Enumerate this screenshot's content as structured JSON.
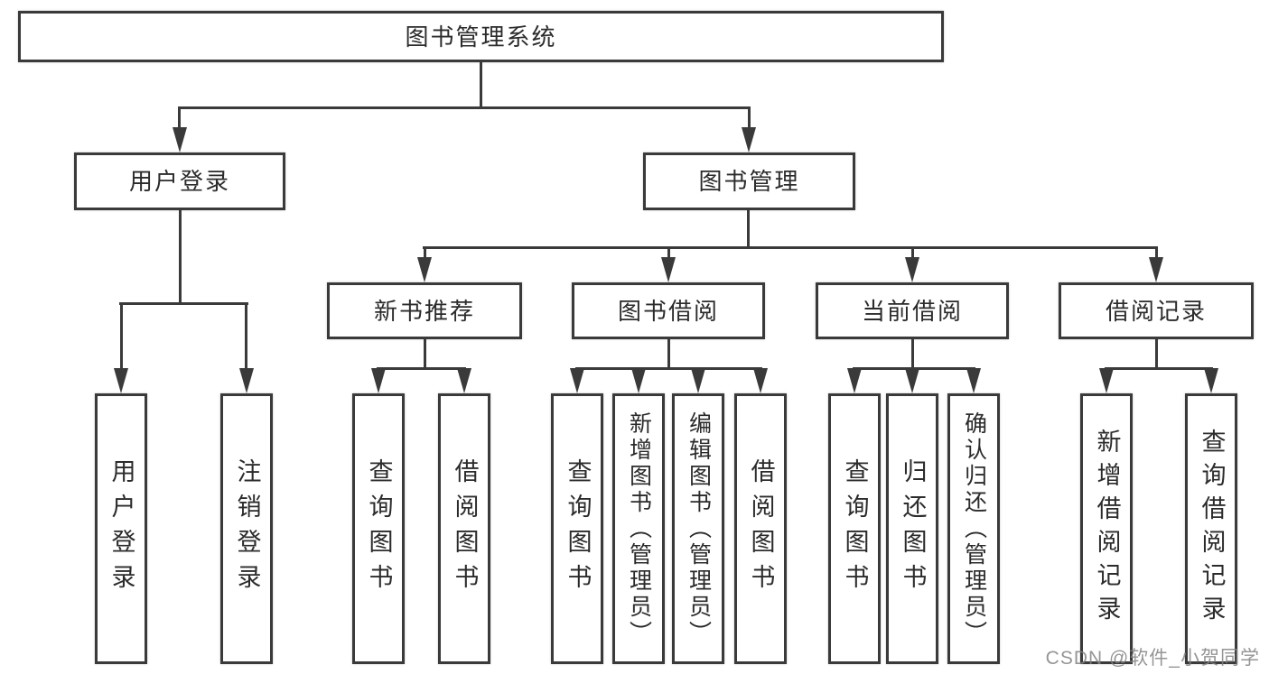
{
  "diagram": {
    "title": "图书管理系统",
    "level2": {
      "user_login": "用户登录",
      "book_management": "图书管理"
    },
    "level3": {
      "new_book_recommend": "新书推荐",
      "book_borrow": "图书借阅",
      "current_borrow": "当前借阅",
      "borrow_records": "借阅记录"
    },
    "leaves": {
      "user_login": [
        "用户登录",
        "注销登录"
      ],
      "new_book_recommend": [
        "查询图书",
        "借阅图书"
      ],
      "book_borrow": [
        "查询图书",
        "新增图书（管理员）",
        "编辑图书（管理员）",
        "借阅图书"
      ],
      "current_borrow": [
        "查询图书",
        "归还图书",
        "确认归还（管理员）"
      ],
      "borrow_records": [
        "新增借阅记录",
        "查询借阅记录"
      ]
    }
  },
  "watermark": "CSDN @软件_小贺同学",
  "colors": {
    "line": "#3a3a3a",
    "text": "#2b2b2b",
    "watermark": "#828282",
    "background": "#ffffff"
  }
}
